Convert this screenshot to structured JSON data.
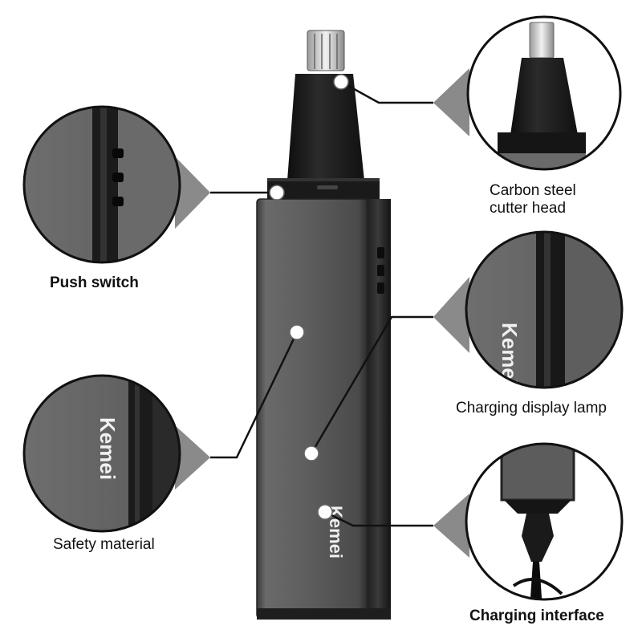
{
  "brand": "Kemei",
  "colors": {
    "body": "#5a5a5a",
    "body_dark": "#2a2a2a",
    "head": "#1b1b1b",
    "marker": "#ffffff",
    "leader": "#111111"
  },
  "callouts": [
    {
      "id": "carbon-steel-cutter-head",
      "label_line1": "Carbon steel",
      "label_line2": "cutter head"
    },
    {
      "id": "push-switch",
      "label_line1": "Push switch"
    },
    {
      "id": "charging-display-lamp",
      "label_line1": "Charging display lamp"
    },
    {
      "id": "safety-material",
      "label_line1": "Safety material"
    },
    {
      "id": "charging-interface",
      "label_line1": "Charging interface"
    }
  ]
}
